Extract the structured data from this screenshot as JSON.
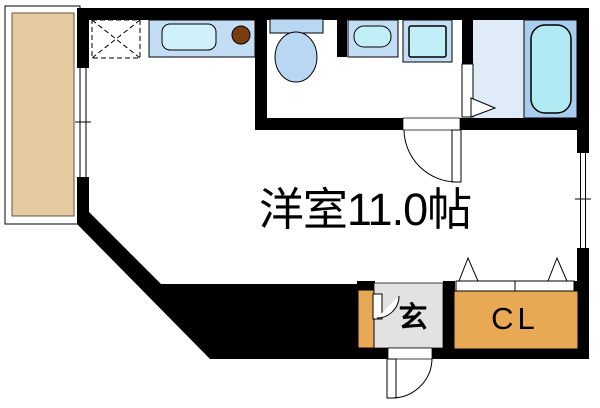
{
  "plan": {
    "type": "floor-plan",
    "labels": {
      "room": "洋室11.0帖",
      "entrance": "玄",
      "closet": "CL"
    },
    "colors": {
      "wall": "#000000",
      "line": "#000000",
      "floor_white": "#ffffff",
      "counter_blue": "#c3def4",
      "sink_cyan": "#d0f1fa",
      "fixture_blue": "#b9d6f2",
      "appliance_cyan": "#c2eff7",
      "bath_floor": "#dfecf8",
      "tub_deck": "#a8cdef",
      "tub_cyan": "#b2eaf3",
      "balcony_tan": "#e6cba0",
      "balcony_edge": "#5f5342",
      "closet_orange": "#e9a854",
      "entrance_gray": "#e2e2e2",
      "burner_brown": "#7a3d10"
    },
    "fixtures": {
      "balcony": "balcony",
      "refrigerator_space": "refrigerator-space",
      "kitchen_sink": "kitchen-sink",
      "stove_burner": "stove-burner",
      "toilet": "toilet",
      "washbasin": "washbasin",
      "washing_machine": "washing-machine-space",
      "bathtub": "bathtub",
      "shoe_cabinet": "shoe-cabinet",
      "closet": "closet",
      "entrance_door": "entrance-door",
      "windows": "sliding-windows"
    }
  }
}
